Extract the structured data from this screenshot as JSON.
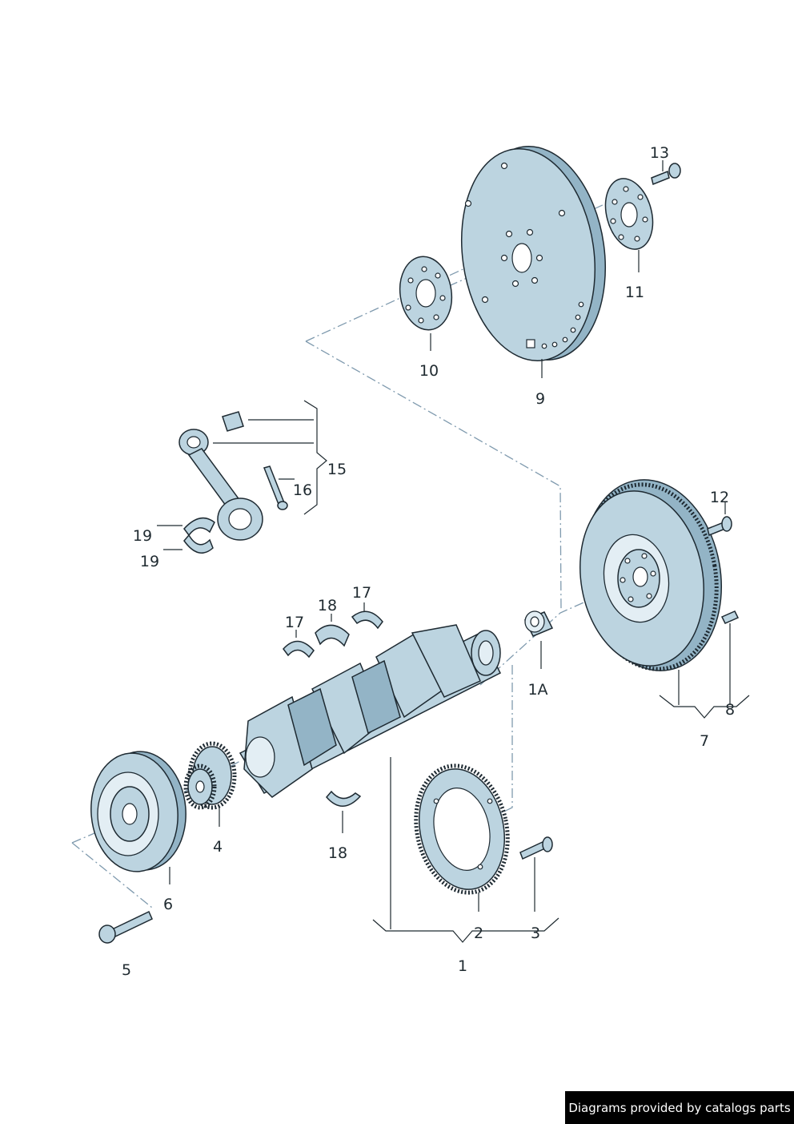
{
  "callouts": {
    "c1": "1",
    "c1a": "1A",
    "c2": "2",
    "c3": "3",
    "c4": "4",
    "c5": "5",
    "c6": "6",
    "c7": "7",
    "c8": "8",
    "c9": "9",
    "c10": "10",
    "c11": "11",
    "c12": "12",
    "c13": "13",
    "c15": "15",
    "c16": "16",
    "c17a": "17",
    "c17b": "17",
    "c18a": "18",
    "c18b": "18",
    "c19a": "19",
    "c19b": "19"
  },
  "watermark": "Diagrams provided by catalogs parts",
  "colors": {
    "part_fill": "#bcd4e0",
    "outline": "#1e2a32",
    "centerline": "#7f9aae"
  }
}
